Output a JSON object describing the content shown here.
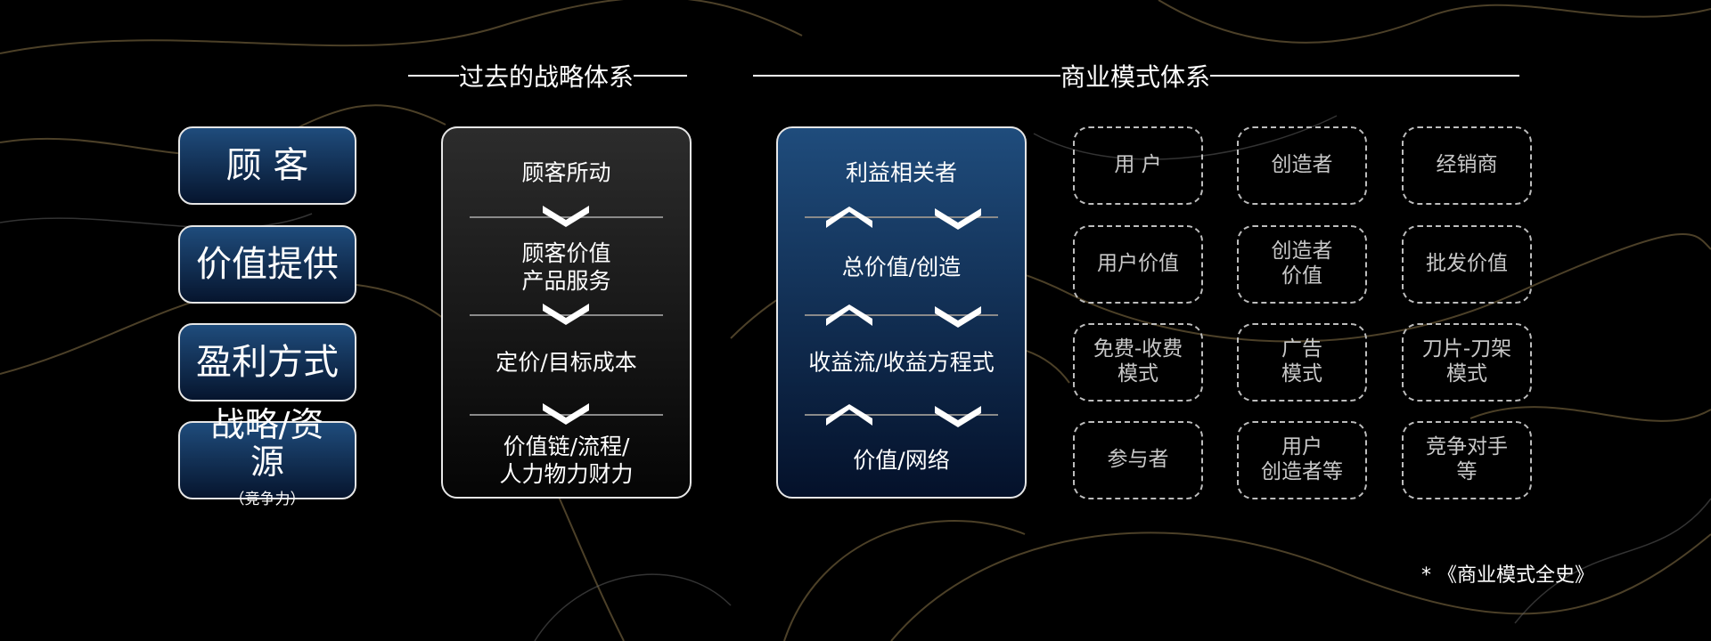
{
  "headers": {
    "left": "过去的战略体系",
    "right": "商业模式体系"
  },
  "left_labels": [
    "顾 客",
    "价值提供",
    "盈利方式",
    "战略/资源"
  ],
  "left_sub": "（竞争力）",
  "strategy_panel": [
    "顾客所动",
    "顾客价值\n产品服务",
    "定价/目标成本",
    "价值链/流程/\n人力物力财力"
  ],
  "business_panel": [
    "利益相关者",
    "总价值/创造",
    "收益流/收益方程式",
    "价值/网络"
  ],
  "grid": [
    [
      "用 户",
      "创造者",
      "经销商"
    ],
    [
      "用户价值",
      "创造者\n价值",
      "批发价值"
    ],
    [
      "免费-收费\n模式",
      "广告\n模式",
      "刀片-刀架\n模式"
    ],
    [
      "参与者",
      "用户\n创造者等",
      "竞争对手\n等"
    ]
  ],
  "footnote": "* 《商业模式全史》",
  "colors": {
    "accent_blue": "#1f4c7c",
    "contour_gold": "#8a7548"
  }
}
